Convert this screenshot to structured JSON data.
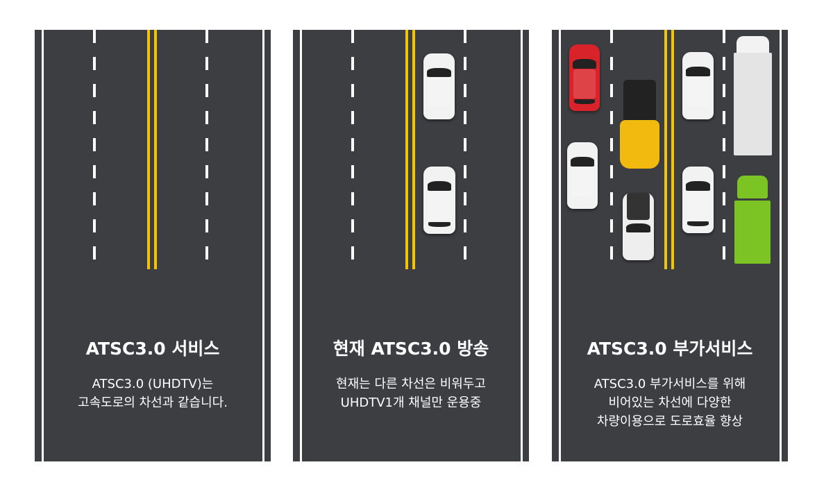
{
  "panels": [
    {
      "title": "ATSC3.0 서비스",
      "lines": [
        "ATSC3.0 (UHDTV)는",
        "고속도로의 차선과 같습니다."
      ]
    },
    {
      "title": "현재 ATSC3.0 방송",
      "lines": [
        "현재는 다른 차선은 비워두고",
        "UHDTV1개 채널만 운용중"
      ]
    },
    {
      "title": "ATSC3.0 부가서비스",
      "lines": [
        "ATSC3.0 부가서비스를 위해",
        "비어있는 차선에 다양한",
        "차량이용으로 도로효율 향상"
      ]
    }
  ],
  "colors": {
    "road": "#3d3e42",
    "lane": "#ffffff",
    "center_line": "#f5c400",
    "red_car": "#d8232a",
    "yellow_truck": "#f2b90f",
    "green_truck": "#7cc423"
  }
}
